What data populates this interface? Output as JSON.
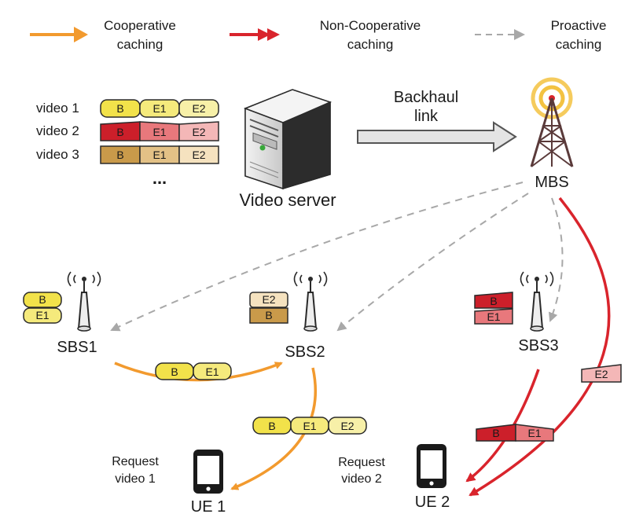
{
  "legend": {
    "cooperative": [
      "Cooperative",
      "caching"
    ],
    "noncooperative": [
      "Non-Cooperative",
      "caching"
    ],
    "proactive": [
      "Proactive",
      "caching"
    ]
  },
  "videos": [
    {
      "label": "video 1",
      "segments": [
        "B",
        "E1",
        "E2"
      ]
    },
    {
      "label": "video 2",
      "segments": [
        "B",
        "E1",
        "E2"
      ]
    },
    {
      "label": "video 3",
      "segments": [
        "B",
        "E1",
        "E2"
      ]
    }
  ],
  "ellipsis": "...",
  "server_label": "Video server",
  "backhaul": [
    "Backhaul",
    "link"
  ],
  "mbs_label": "MBS",
  "sbs": [
    {
      "label": "SBS1",
      "cache": [
        "B",
        "E1"
      ]
    },
    {
      "label": "SBS2",
      "cache": [
        "E2",
        "B"
      ]
    },
    {
      "label": "SBS3",
      "cache": [
        "B",
        "E1"
      ]
    }
  ],
  "transfers": {
    "sbs1_to_sbs2": [
      "B",
      "E1"
    ],
    "sbs2_to_ue1": [
      "B",
      "E1",
      "E2"
    ],
    "sbs3_to_ue2": [
      "B",
      "E1"
    ],
    "mbs_to_ue2": [
      "E2"
    ]
  },
  "ue1": {
    "label": "UE 1",
    "request": [
      "Request",
      "video 1"
    ]
  },
  "ue2": {
    "label": "UE 2",
    "request": [
      "Request",
      "video 2"
    ]
  },
  "colors": {
    "cooperative": "#f29a2e",
    "noncooperative": "#d9242c",
    "proactive": "#a0a0a0",
    "video1": "#f2e24a",
    "video1_light": "#f7f0a8",
    "video2_dark": "#cc1f2a",
    "video2_mid": "#e8787c",
    "video2_light": "#f4b7b7",
    "video3_dark": "#c99a4a",
    "video3_mid": "#e3c186",
    "video3_light": "#f5e2bf"
  }
}
